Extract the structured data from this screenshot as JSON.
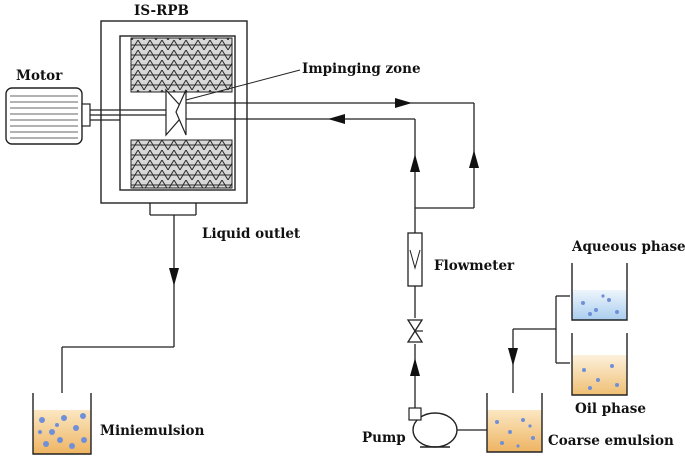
{
  "labels": {
    "rpb": "IS-RPB",
    "motor": "Motor",
    "impinging_zone": "Impinging zone",
    "liquid_outlet": "Liquid outlet",
    "flowmeter": "Flowmeter",
    "aqueous_phase": "Aqueous phase",
    "oil_phase": "Oil phase",
    "pump": "Pump",
    "coarse_emulsion": "Coarse emulsion",
    "miniemulsion": "Miniemulsion"
  },
  "colors": {
    "packing": "#2a2a2a",
    "aqueous_liquid": "#c6def3",
    "oil_liquid": "#f0c882",
    "emulsion_liquid": "#f0bf6e",
    "droplet": "#6f8fd8"
  }
}
